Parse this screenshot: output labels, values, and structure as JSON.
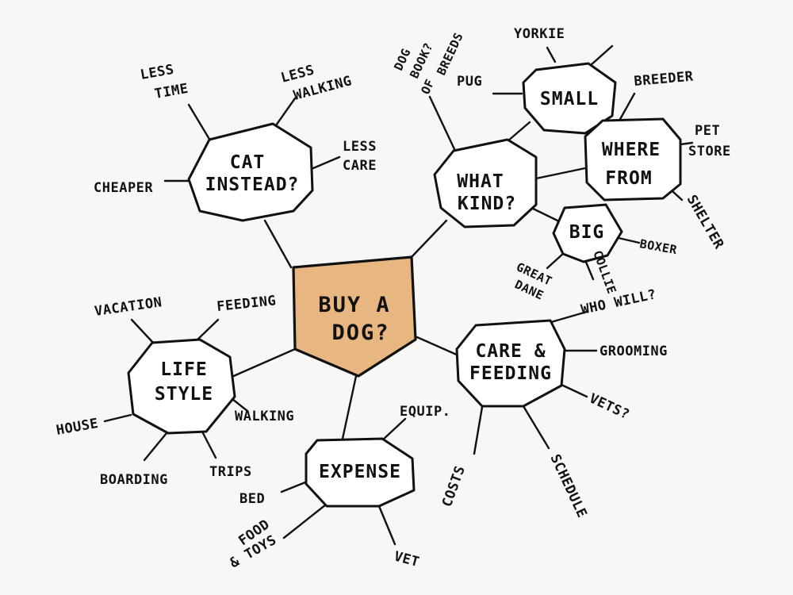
{
  "colors": {
    "ink": "#111111",
    "center_fill": "#e8b680",
    "paper": "#f7f7f5"
  },
  "center": {
    "line1": "BUY A",
    "line2": "DOG?"
  },
  "nodes": {
    "cat": {
      "line1": "CAT",
      "line2": "INSTEAD?"
    },
    "lifestyle": {
      "line1": "LIFE",
      "line2": "STYLE"
    },
    "expense": {
      "line1": "EXPENSE"
    },
    "care": {
      "line1": "CARE &",
      "line2": "FEEDING"
    },
    "whatkind": {
      "line1": "WHAT",
      "line2": "KIND?"
    },
    "small": {
      "line1": "SMALL"
    },
    "wherefrom": {
      "line1": "WHERE",
      "line2": "FROM"
    },
    "big": {
      "line1": "BIG"
    }
  },
  "leaves": {
    "less_time_1": "LESS",
    "less_time_2": "TIME",
    "less_walking_1": "LESS",
    "less_walking_2": "WALKING",
    "less_care_1": "LESS",
    "less_care_2": "CARE",
    "cheaper": "CHEAPER",
    "vacation": "VACATION",
    "feeding": "FEEDING",
    "house": "HOUSE",
    "walking": "WALKING",
    "boarding": "BOARDING",
    "trips": "TRIPS",
    "equip": "EQUIP.",
    "bed": "BED",
    "food_toys_1": "FOOD",
    "food_toys_2": "& TOYS",
    "vet": "VET",
    "costs": "COSTS",
    "schedule": "SCHEDULE",
    "who_will": "WHO WILL?",
    "grooming": "GROOMING",
    "vets": "VETS?",
    "dog_book_1": "DOG",
    "dog_book_2": "BOOK?",
    "of_breeds_1": "OF",
    "of_breeds_2": "BREEDS",
    "pug": "PUG",
    "yorkie": "YORKIE",
    "breeder": "BREEDER",
    "pet_store_1": "PET",
    "pet_store_2": "STORE",
    "shelter": "SHELTER",
    "boxer": "BOXER",
    "collie": "COLLIE",
    "great_dane_1": "GREAT",
    "great_dane_2": "DANE"
  }
}
